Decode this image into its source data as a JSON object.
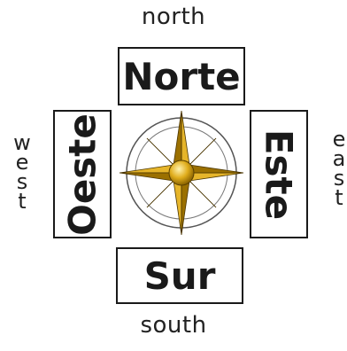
{
  "english": {
    "north": "north",
    "south": "south",
    "west": "w\ne\ns\nt",
    "east": "e\na\ns\nt"
  },
  "spanish": {
    "north": "Norte",
    "south": "Sur",
    "west": "Oeste",
    "east": "Este"
  },
  "compass": {
    "icon": "compass-rose-icon",
    "gold": "#d4a017",
    "dark_gold": "#7a5a00",
    "ring": "#555555"
  }
}
